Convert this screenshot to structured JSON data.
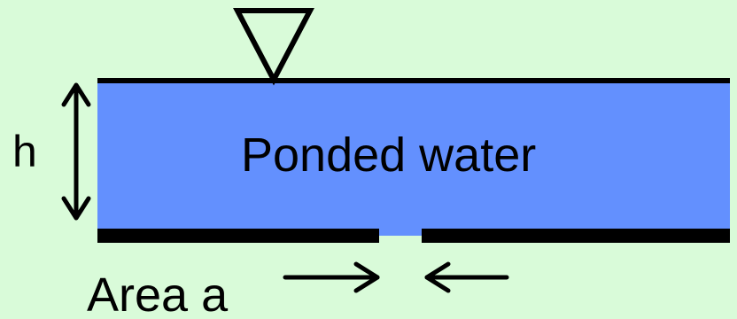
{
  "diagram": {
    "water_label": "Ponded water",
    "height_label": "h",
    "area_label": "Area a",
    "colors": {
      "background": "#d9fbd9",
      "water": "#6390fe",
      "stroke": "#000000"
    },
    "icons": {
      "water_surface_marker": "inverted-triangle",
      "height_indicator": "double-headed-vertical-arrow",
      "orifice_pointers": "inward-horizontal-arrows"
    }
  }
}
